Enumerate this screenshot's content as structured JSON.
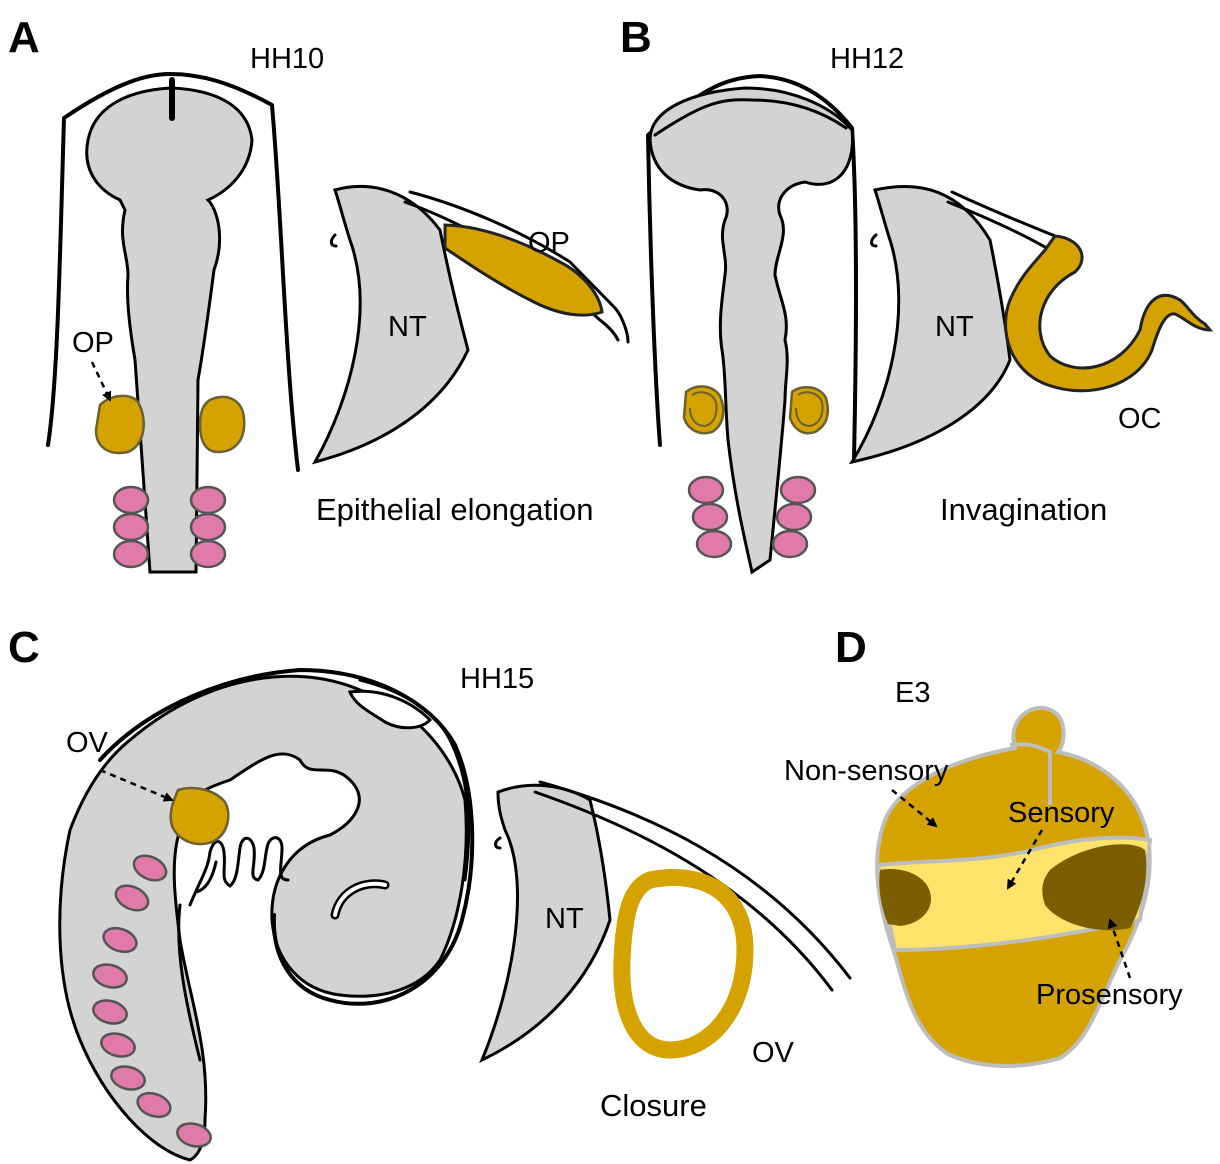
{
  "panels": {
    "A": {
      "letter": "A",
      "stage": "HH10",
      "caption": "Epithelial elongation",
      "labels": {
        "op_left": "OP",
        "op_right": "OP",
        "nt": "NT"
      }
    },
    "B": {
      "letter": "B",
      "stage": "HH12",
      "caption": "Invagination",
      "labels": {
        "nt": "NT",
        "oc": "OC"
      }
    },
    "C": {
      "letter": "C",
      "stage": "HH15",
      "caption": "Closure",
      "labels": {
        "ov_left": "OV",
        "nt": "NT",
        "ov_right": "OV"
      }
    },
    "D": {
      "letter": "D",
      "stage": "E3",
      "labels": {
        "non_sensory": "Non-sensory",
        "sensory": "Sensory",
        "prosensory": "Prosensory"
      }
    }
  },
  "colors": {
    "tissue_gray": "#d3d3d3",
    "otic_gold": "#d4a300",
    "sensory_yellow": "#ffe36b",
    "prosensory_brown": "#7a5e00",
    "somite_pink": "#e07aa8"
  }
}
